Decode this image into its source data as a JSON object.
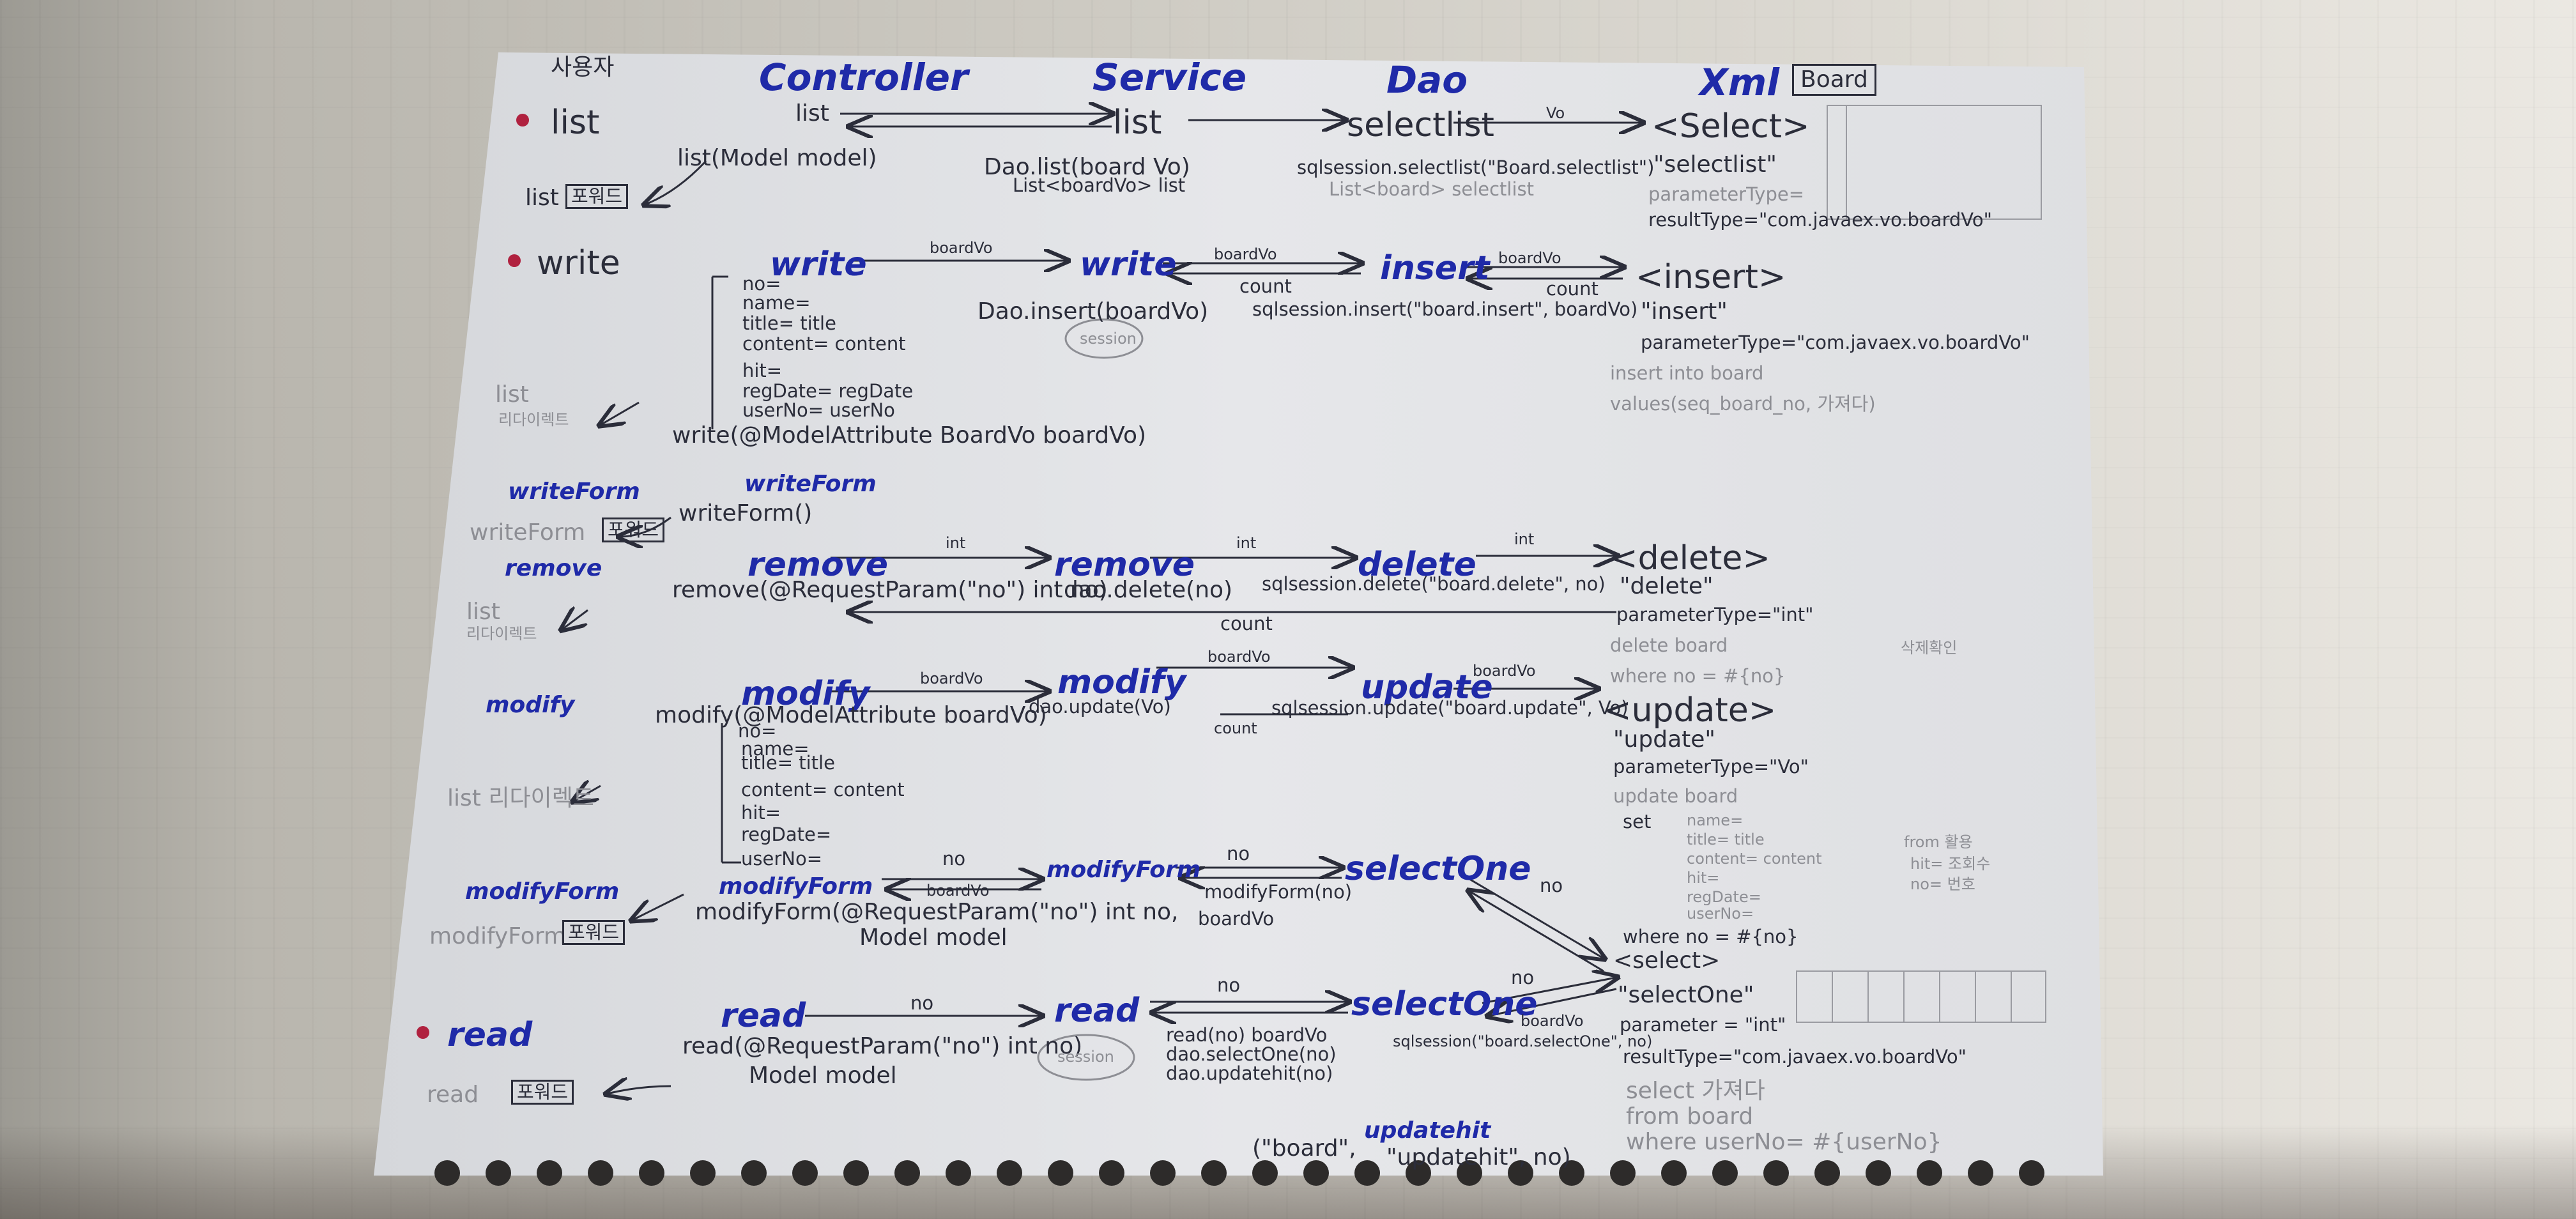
{
  "header": {
    "col_0": "사용자",
    "controller": "Controller",
    "service": "Service",
    "dao": "Dao",
    "xml": "Xml",
    "xml_box": "Board"
  },
  "list": {
    "user": "list",
    "controller": "list",
    "service": "list",
    "dao": "selectlist",
    "xml": "<Select>",
    "arrow_vo": "Vo",
    "ctrl_sig": "list(Model model)",
    "user_result": "list",
    "user_result_box": "포워드",
    "service_call": "Dao.list(board Vo)",
    "service_ret": "List<boardVo> list",
    "dao_call": "sqlsession.selectlist(\"Board.selectlist\")",
    "dao_ret": "List<board> selectlist",
    "xml_id": "\"selectlist\"",
    "xml_param": "parameterType=",
    "xml_result": "resultType=\"com.javaex.vo.boardVo\""
  },
  "write": {
    "user": "write",
    "controller": "write",
    "service": "write",
    "dao": "insert",
    "xml": "<insert>",
    "arrow1": "boardVo",
    "arrow2": "boardVo",
    "arrow3": "boardVo",
    "count1": "count",
    "count2": "count",
    "fields": [
      "no=",
      "name=",
      "title= title",
      "content= content",
      "hit=",
      "regDate= regDate",
      "userNo= userNo"
    ],
    "ctrl_sig": "write(@ModelAttribute BoardVo boardVo)",
    "service_call": "Dao.insert(boardVo)",
    "session": "session",
    "dao_call": "sqlsession.insert(\"board.insert\", boardVo)",
    "xml_id": "\"insert\"",
    "xml_param": "parameterType=\"com.javaex.vo.boardVo\"",
    "xml_sql1": "insert into board",
    "xml_sql2": "values(seq_board_no, 가져다)",
    "user_result": "list",
    "user_result2": "리다이렉트"
  },
  "writeForm": {
    "user": "writeForm",
    "controller": "writeForm",
    "ctrl_sig": "writeForm()",
    "user_result": "writeForm",
    "user_result_box": "포워드"
  },
  "remove": {
    "user": "remove",
    "controller": "remove",
    "service": "remove",
    "dao": "delete",
    "xml": "<delete>",
    "arrow1": "int",
    "arrow2": "int",
    "arrow3": "int",
    "count": "count",
    "ctrl_sig": "remove(@RequestParam(\"no\") int no)",
    "service_call": "dao.delete(no)",
    "dao_call": "sqlsession.delete(\"board.delete\", no)",
    "xml_id": "\"delete\"",
    "xml_param": "parameterType=\"int\"",
    "xml_sql1": "delete   board",
    "xml_sql2": "where  no = #{no}",
    "xml_note": "삭제확인",
    "user_result": "list",
    "user_result2": "리다이렉트"
  },
  "modify": {
    "user": "modify",
    "controller": "modify",
    "service": "modify",
    "dao": "update",
    "xml": "<update>",
    "arrow1": "boardVo",
    "arrow2": "boardVo",
    "arrow3": "boardVo",
    "count": "count",
    "ctrl_sig": "modify(@ModelAttribute boardVo)",
    "fields": [
      "no=",
      "name=",
      "title= title",
      "content= content",
      "hit=",
      "regDate=",
      "userNo="
    ],
    "service_call": "dao.update(Vo)",
    "dao_call": "sqlsession.update(\"board.update\", Vo)",
    "xml_id": "\"update\"",
    "xml_param": "parameterType=\"Vo\"",
    "xml_sql1": "update      board",
    "xml_sql2": "set",
    "xml_set": [
      "name=",
      "title= title",
      "content= content",
      "hit=",
      "regDate=",
      "userNo="
    ],
    "xml_note1": "from 활용",
    "xml_note2": "hit= 조회수",
    "xml_note3": "no= 번호",
    "user_result": "list 리다이렉트"
  },
  "modifyForm": {
    "user": "modifyForm",
    "controller": "modifyForm",
    "service": "modifyForm",
    "dao": "selectOne",
    "arrow1": "no",
    "arrow2": "no",
    "arrow3": "no",
    "ret1": "boardVo",
    "ret2": "modifyForm(no)",
    "ret3": "boardVo",
    "ctrl_sig": "modifyForm(@RequestParam(\"no\") int no,",
    "ctrl_sig2": "Model model",
    "user_result": "modifyForm",
    "user_result_box": "포워드",
    "xml_where": "where       no = #{no}"
  },
  "read": {
    "user": "read",
    "controller": "read",
    "service": "read",
    "dao": "selectOne",
    "xml": "<select>",
    "arrow1": "no",
    "arrow2": "no",
    "arrow3": "no",
    "arrow4": "boardVo",
    "ctrl_sig": "read(@RequestParam(\"no\") int no)",
    "ctrl_sig2": "Model model",
    "session": "session",
    "service_call1": "read(no) boardVo",
    "service_call2": "dao.selectOne(no)",
    "service_call3": "dao.updatehit(no)",
    "dao_call": "sqlsession(\"board.selectOne\", no)",
    "xml_id": "\"selectOne\"",
    "xml_param": "parameter = \"int\"",
    "xml_result": "resultType=\"com.javaex.vo.boardVo\"",
    "xml_sql1": "select 가져다",
    "xml_sql2": "from board",
    "xml_sql3": "where  userNo= #{userNo}",
    "user_result": "read",
    "user_result_box": "포워드",
    "bottom_call1": "(\"board\",",
    "bottom_call2": "updatehit",
    "bottom_call3": "\"updatehit\", no)"
  },
  "colors": {
    "blue_marker": "#1f2aa8",
    "black_pen": "#2b2d3a",
    "pencil": "#8d8e94",
    "red_dot": "#b0213f",
    "paper": "#e7e8ea"
  }
}
